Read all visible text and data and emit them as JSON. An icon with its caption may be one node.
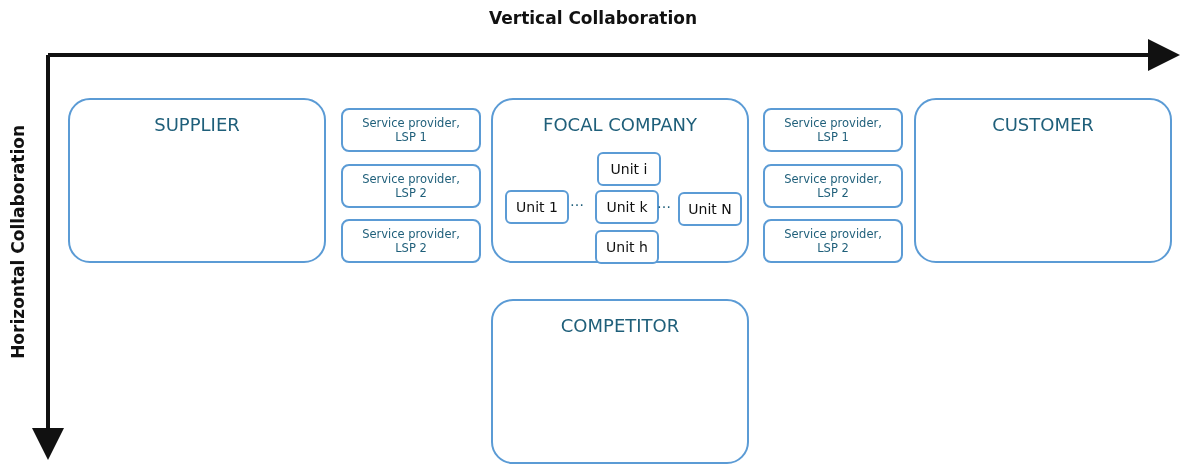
{
  "diagram": {
    "nodes": [
      {
        "text": [
          "SUPPLIER"
        ]
      },
      {
        "text": [
          "Service provider, LSP 1"
        ]
      },
      {
        "text": [
          "Service provider, LSP 2"
        ]
      },
      {
        "text": [
          "Service provider, LSP 2"
        ]
      },
      {
        "text": [
          "FOCAL COMPANY"
        ]
      },
      {
        "text": [
          "Unit i"
        ],
        "in": 4
      },
      {
        "text": [
          "Unit 1"
        ],
        "in": 4
      },
      {
        "text": [
          "Unit k"
        ],
        "in": 4
      },
      {
        "text": [
          "Unit N"
        ],
        "in": 4
      },
      {
        "text": [
          "Unit h"
        ],
        "in": 4
      },
      {
        "text": [
          "Service provider, LSP 1"
        ]
      },
      {
        "text": [
          "Service provider, LSP 2"
        ]
      },
      {
        "text": [
          "Service provider, LSP 2"
        ]
      },
      {
        "text": [
          "CUSTOMER"
        ]
      },
      {
        "text": [
          "COMPETITOR"
        ]
      }
    ],
    "labels": [
      "Vertical Collaboration",
      "Horizontal Collaboration",
      "…",
      "…"
    ]
  }
}
